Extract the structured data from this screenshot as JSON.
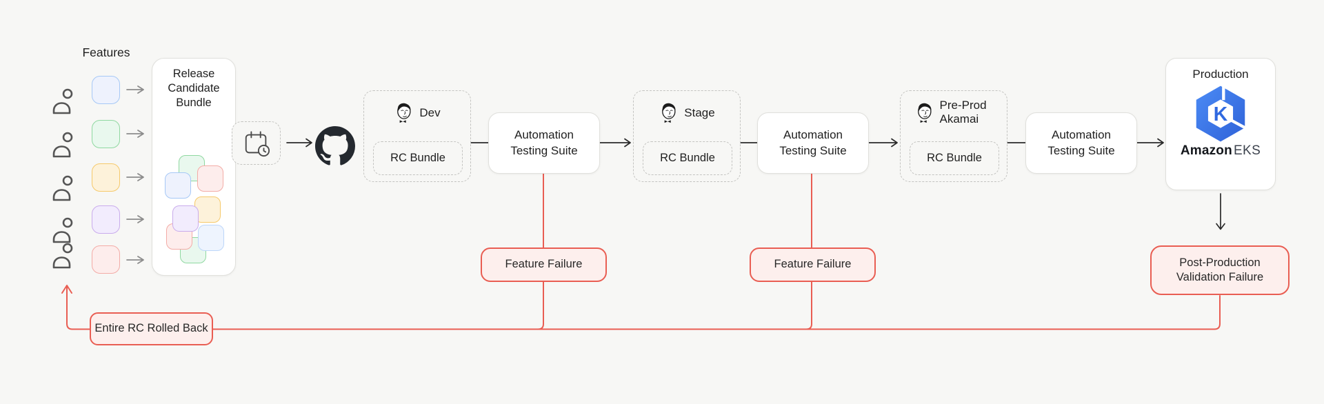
{
  "diagram": {
    "background": "#f7f7f5",
    "accent_red": "#e95d52",
    "failure_fill": "#fdefed",
    "github_black": "#24292f",
    "eks_blue": "#3069e0"
  },
  "features": {
    "label": "Features",
    "items": [
      {
        "id": "feature-blue",
        "style": "background:#eef2fd;border-color:#a6c8f6"
      },
      {
        "id": "feature-green",
        "style": "background:#e9f8ee;border-color:#8fd8a0"
      },
      {
        "id": "feature-orange",
        "style": "background:#fdf2da;border-color:#f6c96a"
      },
      {
        "id": "feature-purple",
        "style": "background:#f2ecfd;border-color:#c9abec"
      },
      {
        "id": "feature-pink",
        "style": "background:#fdedec;border-color:#f3aba6"
      }
    ]
  },
  "rc_bundle": {
    "title": "Release Candidate Bundle",
    "cluster": [
      {
        "id": "green",
        "style": "background:#e9f8ee;border-color:#8fd8a0"
      },
      {
        "id": "red",
        "style": "background:#fdedec;border-color:#f3aba6"
      },
      {
        "id": "blue",
        "style": "background:#eef2fd;border-color:#a6c8f6"
      },
      {
        "id": "orange",
        "style": "background:#fdf2da;border-color:#f6c96a"
      },
      {
        "id": "green2",
        "style": "background:#e9f8ee;border-color:#8fd8a0"
      },
      {
        "id": "lightblue",
        "style": "background:#eef4fe;border-color:#bcd6f9"
      },
      {
        "id": "pink",
        "style": "background:#fdedec;border-color:#f3aba6"
      },
      {
        "id": "purple",
        "style": "background:#f2ecfd;border-color:#c9abec"
      }
    ]
  },
  "pipeline": {
    "testing_suite_label": "Automation Testing Suite",
    "environments": [
      {
        "name": "Dev",
        "bundle": "RC Bundle"
      },
      {
        "name": "Stage",
        "bundle": "RC Bundle"
      },
      {
        "name": "Pre-Prod Akamai",
        "bundle": "RC Bundle"
      }
    ]
  },
  "production": {
    "title": "Production",
    "brand_bold": "Amazon",
    "brand_light": "EKS"
  },
  "failures": {
    "feature": "Feature Failure",
    "post_production": "Post-Production Validation Failure",
    "rollback": "Entire RC Rolled Back"
  },
  "icons": {
    "person": "person-icon",
    "calendar": "calendar-clock-icon",
    "github": "github-icon",
    "jenkins": "jenkins-icon",
    "eks": "kubernetes-eks-icon",
    "arrow": "arrow-right-icon"
  }
}
